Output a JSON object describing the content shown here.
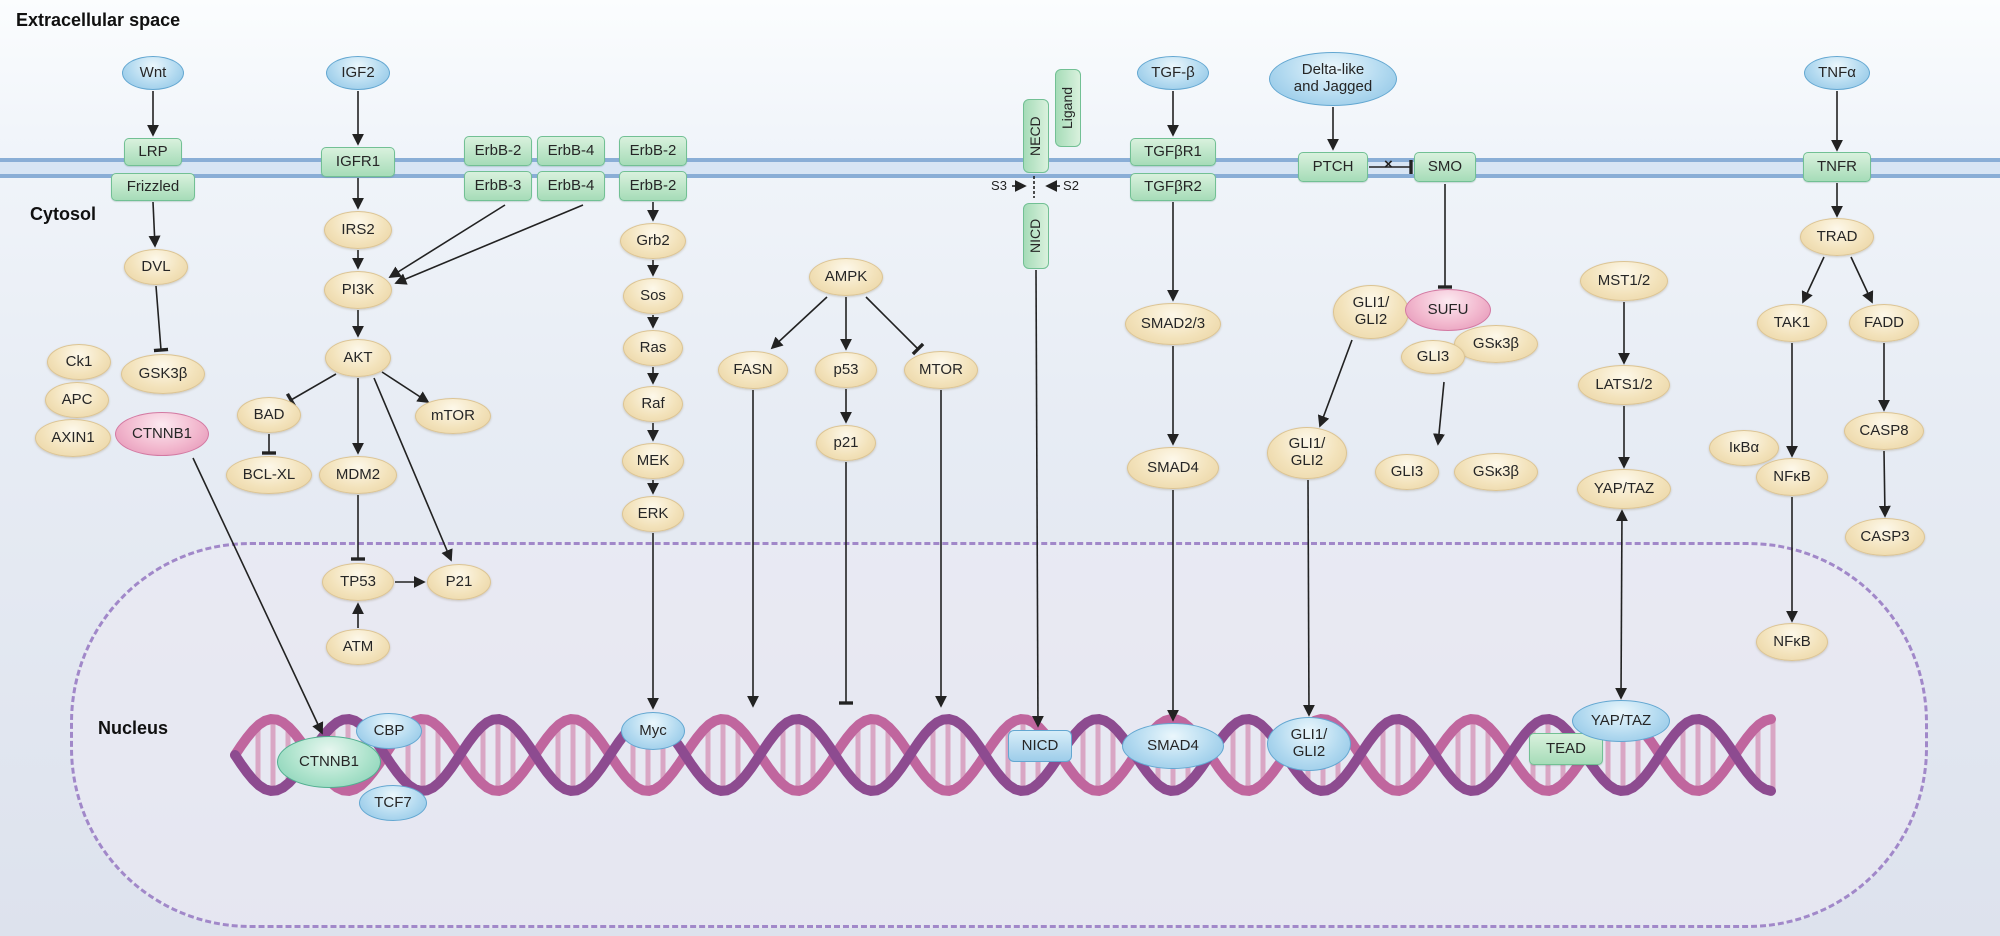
{
  "regions": {
    "extracellular": "Extracellular space",
    "cytosol": "Cytosol",
    "nucleus": "Nucleus"
  },
  "icons": {
    "blocked_cross": "×"
  },
  "labels": {
    "wnt": "Wnt",
    "lrp": "LRP",
    "frizzled": "Frizzled",
    "dvl": "DVL",
    "ck1": "Ck1",
    "gsk3b": "GSK3β",
    "apc": "APC",
    "axin1": "AXIN1",
    "ctnnb1": "CTNNB1",
    "cbp": "CBP",
    "tcf7": "TCF7",
    "igf2": "IGF2",
    "igfr1": "IGFR1",
    "irs2": "IRS2",
    "pi3k": "PI3K",
    "akt": "AKT",
    "bad": "BAD",
    "bclxl": "BCL-XL",
    "mdm2": "MDM2",
    "mtor_cyto": "mTOR",
    "tp53": "TP53",
    "p21_upper": "P21",
    "atm": "ATM",
    "erbb2": "ErbB-2",
    "erbb3": "ErbB-3",
    "erbb4": "ErbB-4",
    "grb2": "Grb2",
    "sos": "Sos",
    "ras": "Ras",
    "raf": "Raf",
    "mek": "MEK",
    "erk": "ERK",
    "myc": "Myc",
    "ampk": "AMPK",
    "fasn": "FASN",
    "p53": "p53",
    "mtor_ampk": "MTOR",
    "p21": "p21",
    "ligand": "Ligand",
    "necd": "NECD",
    "nicd": "NICD",
    "s3": "S3",
    "s2": "S2",
    "tgfb": "TGF-β",
    "tgfbr1": "TGFβR1",
    "tgfbr2": "TGFβR2",
    "smad23": "SMAD2/3",
    "smad4": "SMAD4",
    "delta_jagged": "Delta-like\nand Jagged",
    "ptch": "PTCH",
    "smo": "SMO",
    "gli12": "GLI1/\nGLI2",
    "sufu": "SUFU",
    "gli3": "GLI3",
    "gsk3b_hh": "GSκ3β",
    "mst12": "MST1/2",
    "lats12": "LATS1/2",
    "yaptaz": "YAP/TAZ",
    "tead": "TEAD",
    "tnfa": "TNFα",
    "tnfr": "TNFR",
    "trad": "TRAD",
    "tak1": "TAK1",
    "fadd": "FADD",
    "ikba": "IκBα",
    "nfkb": "NFκB",
    "casp8": "CASP8",
    "casp3": "CASP3"
  }
}
